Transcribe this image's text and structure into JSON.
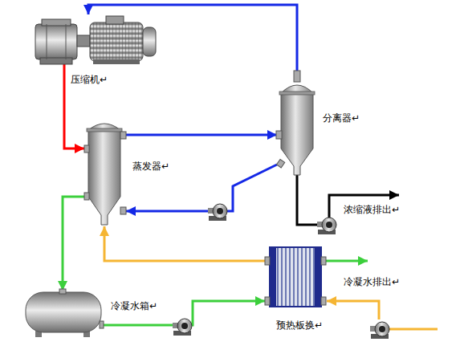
{
  "diagram": {
    "nodes": [
      {
        "text": [
          "压缩机↵"
        ]
      },
      {
        "text": [
          "蒸发器↵"
        ]
      },
      {
        "text": [
          "分离器↵"
        ]
      },
      {
        "text": [
          "冷凝水箱↵"
        ]
      },
      {
        "text": [
          "预热板换↵"
        ]
      }
    ],
    "edges": [
      {
        "from": 0,
        "to": 1,
        "arrow": "to"
      },
      {
        "from": 2,
        "to": 0,
        "arrow": "to"
      },
      {
        "from": 1,
        "to": 2,
        "arrow": "to"
      },
      {
        "from": 2,
        "to": 1,
        "arrow": "to"
      },
      {
        "from": 1,
        "to": 3,
        "arrow": "to"
      },
      {
        "from": 3,
        "to": 4,
        "arrow": "to"
      },
      {
        "from": 4,
        "to": 1,
        "arrow": "to"
      }
    ],
    "labels": [
      "浓缩液排出↵",
      "冷凝水排出↵"
    ]
  }
}
